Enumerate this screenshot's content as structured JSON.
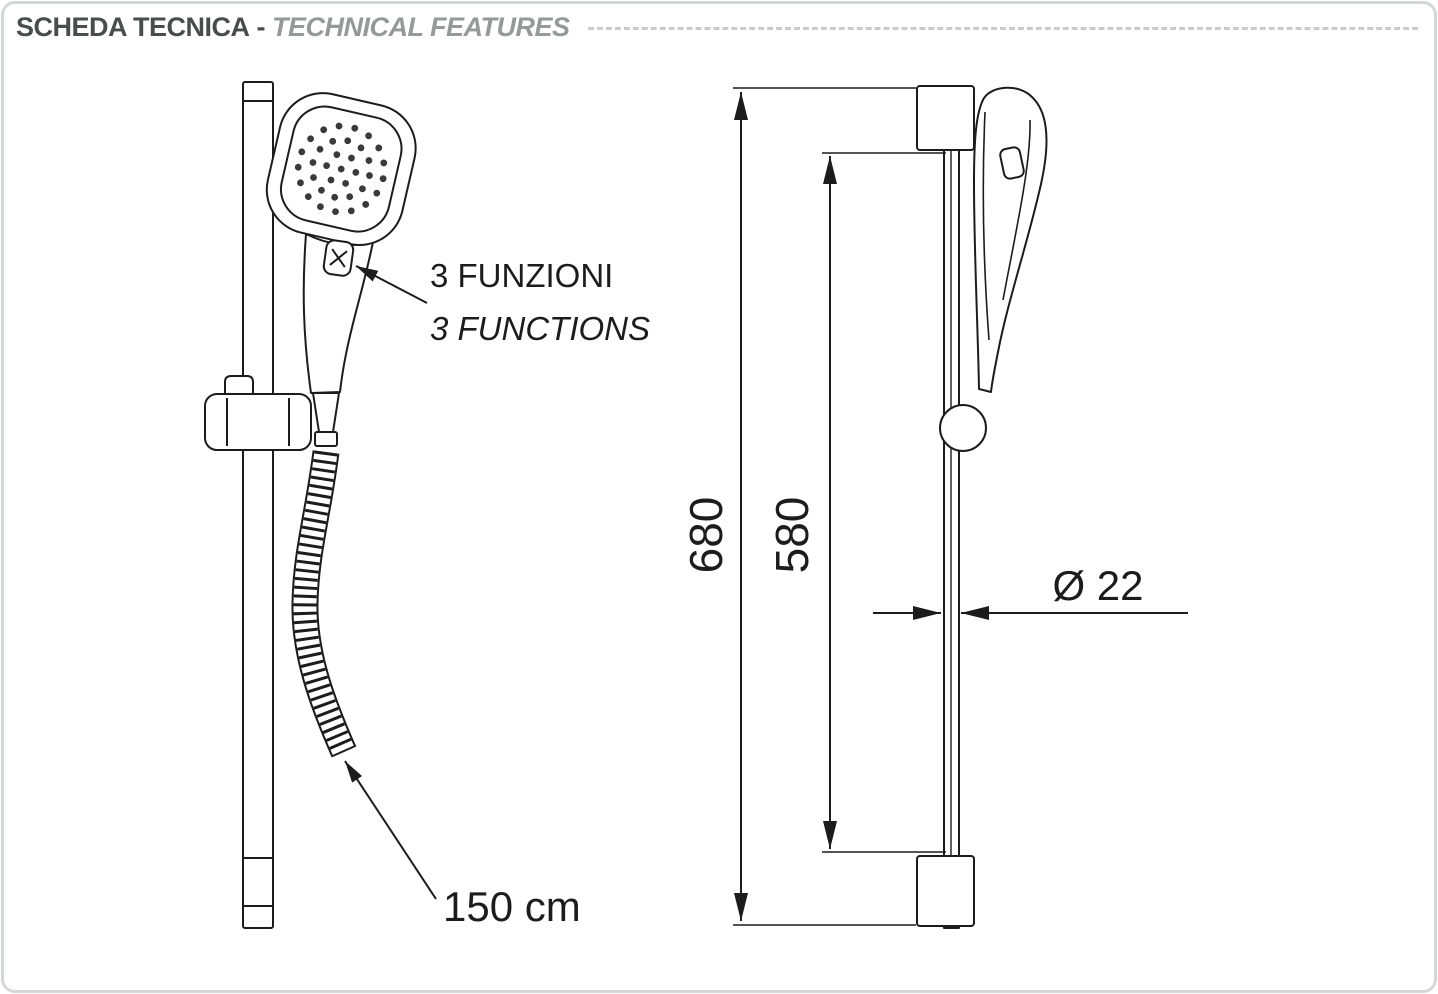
{
  "header": {
    "title": "SCHEDA TECNICA",
    "separator": "-",
    "subtitle": "TECHNICAL FEATURES"
  },
  "annotations": {
    "functions_line1": "3 FUNZIONI",
    "functions_line2": "3 FUNCTIONS",
    "hose_length": "150 cm"
  },
  "dimensions": {
    "total_height": "680",
    "bracket_span": "580",
    "bar_diameter": "Ø 22"
  },
  "colors": {
    "line": "#1c1c1c",
    "title": "#4b4c4e",
    "subtitle": "#96989a",
    "dashed_rule": "#c9cacb",
    "frame_border": "#d6d7d8"
  }
}
